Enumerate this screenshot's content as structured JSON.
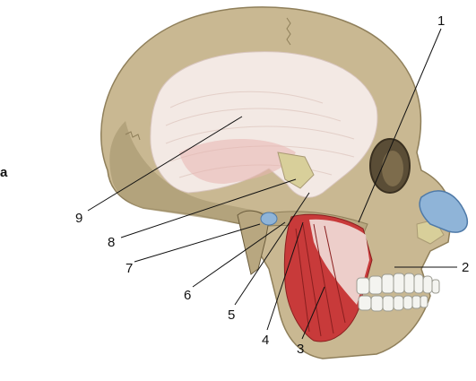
{
  "figure": {
    "panel_letter": "a",
    "colors": {
      "bone": "#c9b892",
      "bone_shadow": "#a99a74",
      "fascia": "#f3e9e4",
      "muscle": "#c83a3a",
      "cartilage": "#8fb4d8",
      "fat": "#d8cf9a",
      "teeth": "#f4f4f0",
      "line": "#111111"
    },
    "labels": [
      {
        "id": "1",
        "text": "1"
      },
      {
        "id": "2",
        "text": "2"
      },
      {
        "id": "3",
        "text": "3"
      },
      {
        "id": "4",
        "text": "4"
      },
      {
        "id": "5",
        "text": "5"
      },
      {
        "id": "6",
        "text": "6"
      },
      {
        "id": "7",
        "text": "7"
      },
      {
        "id": "8",
        "text": "8"
      },
      {
        "id": "9",
        "text": "9"
      }
    ]
  }
}
